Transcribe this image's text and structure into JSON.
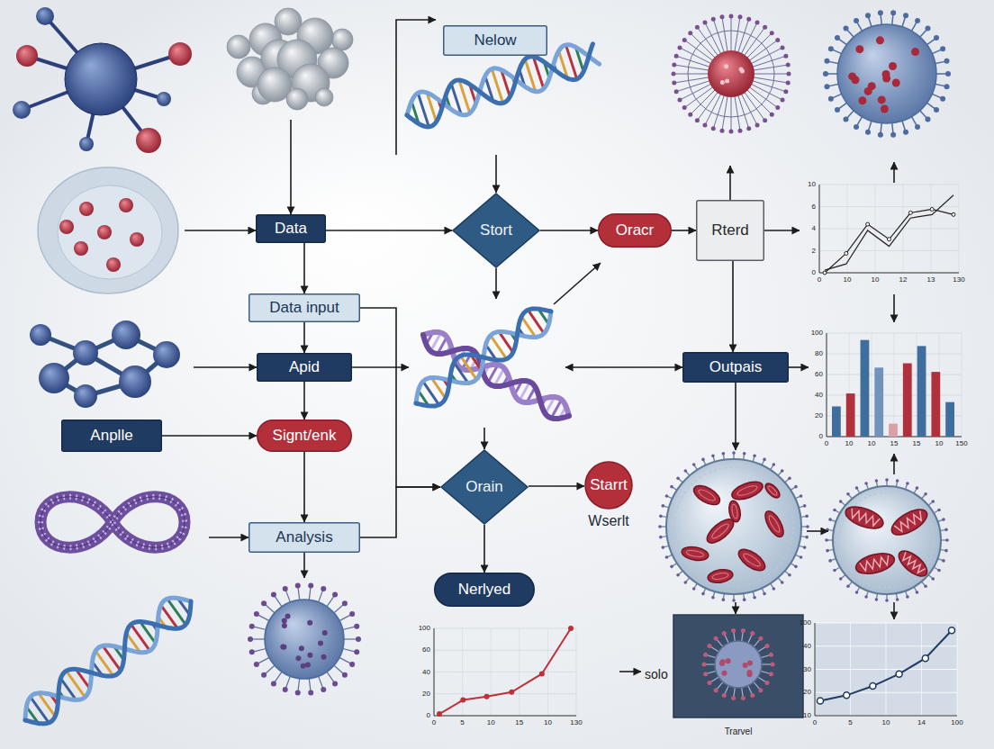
{
  "diagram": {
    "nodes": [
      {
        "text": [
          "Nelow"
        ]
      },
      {
        "text": [
          "Data"
        ]
      },
      {
        "text": [
          "Stort"
        ]
      },
      {
        "text": [
          "Oracr"
        ]
      },
      {
        "text": [
          "Rterd"
        ]
      },
      {
        "text": [
          "Data input"
        ]
      },
      {
        "text": [
          "Apid"
        ]
      },
      {
        "text": [
          "Outpais"
        ]
      },
      {
        "text": [
          "Anplle"
        ]
      },
      {
        "text": [
          "Signt/enk"
        ]
      },
      {
        "text": [
          "Orain"
        ]
      },
      {
        "text": [
          "Starrt",
          "Wserlt"
        ]
      },
      {
        "text": [
          "Analysis"
        ]
      },
      {
        "text": [
          "Nerlyed"
        ]
      }
    ],
    "edges": [
      {
        "from": 1,
        "to": 5,
        "arrow": "to"
      },
      {
        "from": 5,
        "to": 6,
        "arrow": "to"
      },
      {
        "from": 6,
        "to": 9,
        "arrow": "to"
      },
      {
        "from": 8,
        "to": 9,
        "arrow": "to"
      },
      {
        "from": 9,
        "to": 12,
        "arrow": "to"
      },
      {
        "from": 1,
        "to": 2,
        "arrow": "to"
      },
      {
        "from": 2,
        "to": 3,
        "arrow": "to"
      },
      {
        "from": 3,
        "to": 4,
        "arrow": "to"
      },
      {
        "from": 4,
        "to": 7,
        "arrow": "to"
      },
      {
        "from": 5,
        "to": 10,
        "arrow": "to"
      },
      {
        "from": 12,
        "to": 10,
        "arrow": "to"
      },
      {
        "from": 10,
        "to": 11,
        "arrow": "to"
      },
      {
        "from": 10,
        "to": 13,
        "arrow": "to"
      }
    ],
    "labels": [
      "solo",
      "Trarvel",
      "10",
      "6",
      "4",
      "2",
      "0",
      "0",
      "10",
      "10",
      "12",
      "13",
      "130",
      "100",
      "80",
      "60",
      "40",
      "20",
      "0",
      "0",
      "10",
      "10",
      "15",
      "15",
      "10",
      "150",
      "100",
      "60",
      "40",
      "20",
      "0",
      "0",
      "5",
      "10",
      "15",
      "10",
      "130",
      "100",
      "40",
      "30",
      "20",
      "10",
      "0",
      "5",
      "10",
      "14",
      "100"
    ]
  }
}
